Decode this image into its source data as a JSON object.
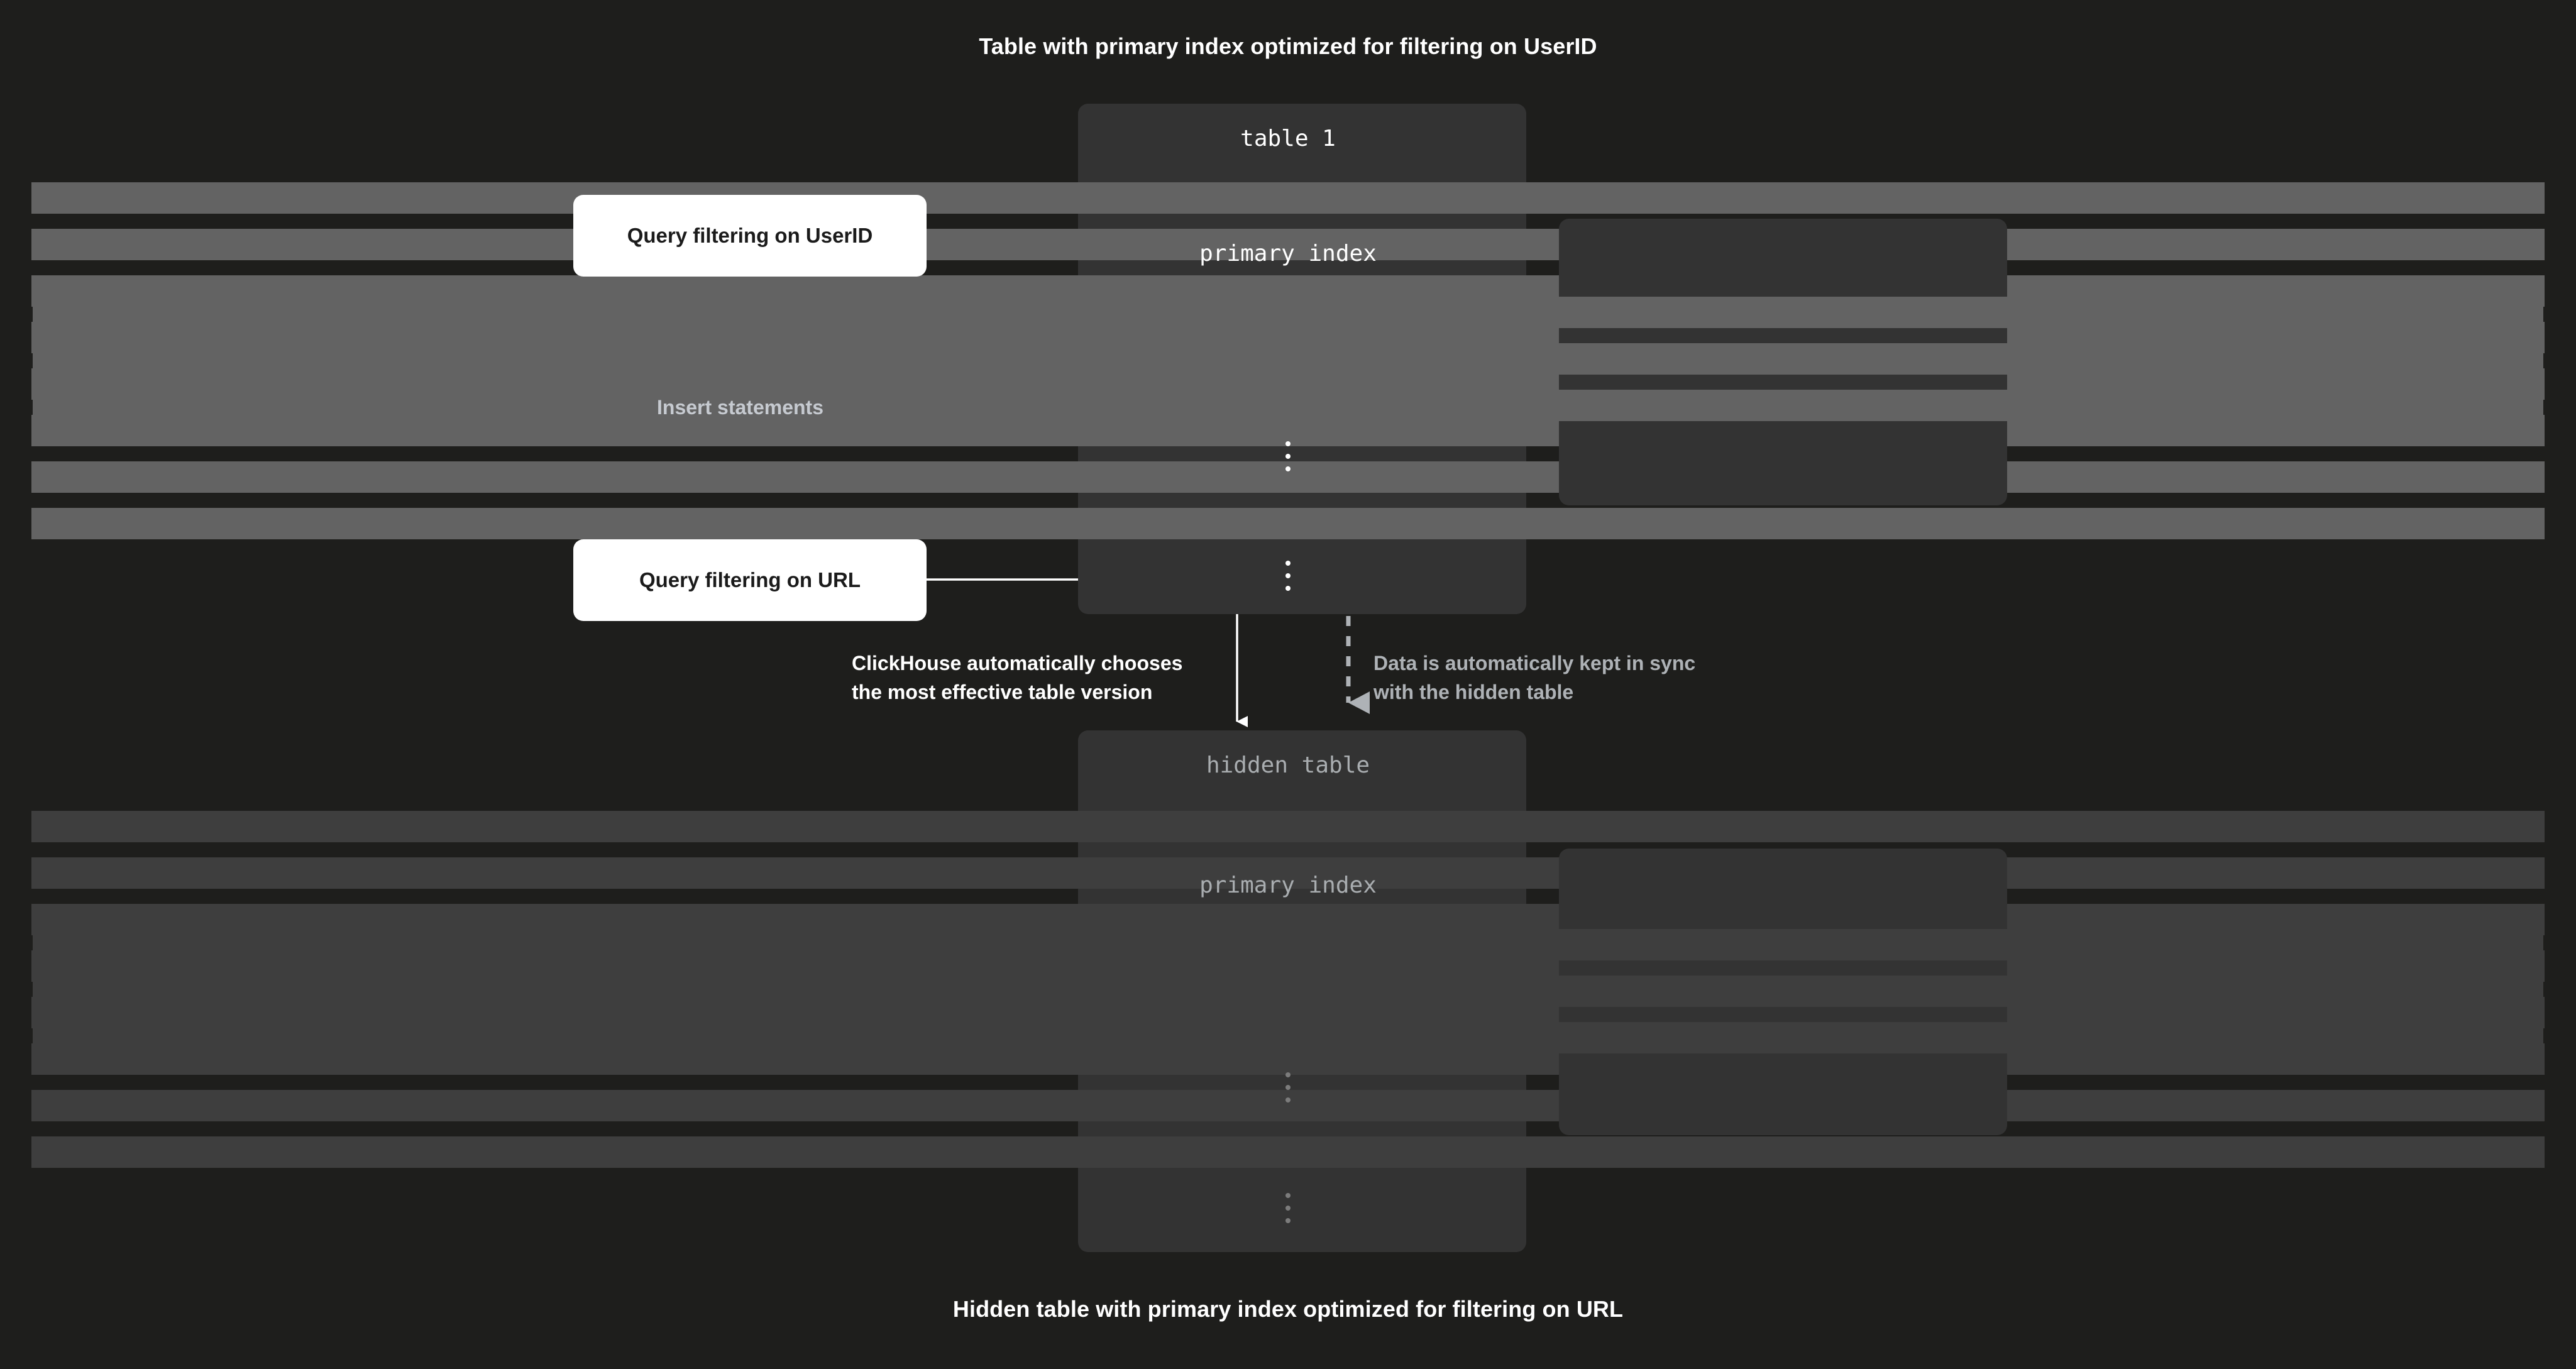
{
  "captions": {
    "top": "Table with primary index optimized for filtering on UserID",
    "bottom": "Hidden table with primary index optimized for filtering on URL"
  },
  "colors": {
    "page_background": "#1e1e1c",
    "card_background": "#333333",
    "row_active": "#636363",
    "row_dim": "#3e3e3e",
    "text_primary": "#ffffff",
    "text_dim": "#aeb2b6",
    "query_box_background": "#ffffff",
    "query_box_text": "#1b1b1b"
  },
  "cards": {
    "table1": {
      "title": "table 1",
      "row_count": 8,
      "ellipsis": "vertical-ellipsis",
      "state": "active"
    },
    "primary_index_top": {
      "title": "primary index",
      "row_count": 3,
      "ellipsis": "vertical-ellipsis",
      "state": "active"
    },
    "hidden_table": {
      "title": "hidden table",
      "row_count": 8,
      "ellipsis": "vertical-ellipsis",
      "state": "dim"
    },
    "primary_index_bottom": {
      "title": "primary index",
      "row_count": 3,
      "ellipsis": "vertical-ellipsis",
      "state": "dim"
    }
  },
  "query_boxes": {
    "userid": "Query filtering on UserID",
    "url": "Query filtering on URL"
  },
  "labels": {
    "insert_statements": "Insert statements",
    "clickhouse_chooses": "ClickHouse automatically chooses\nthe most effective table version",
    "data_kept_in_sync": "Data is automatically kept in sync\nwith the hidden table"
  },
  "connectors": [
    {
      "name": "userid-query-to-table1",
      "style": "solid",
      "color": "#ffffff",
      "arrowhead": "open-triangle"
    },
    {
      "name": "insert-statements-to-table1",
      "style": "dashed",
      "color": "#c6cad0",
      "arrowhead": "filled-triangle"
    },
    {
      "name": "url-query-to-hidden-table",
      "style": "solid",
      "color": "#ffffff",
      "arrowhead": "open-triangle"
    },
    {
      "name": "table1-sync-to-hidden-table",
      "style": "dashed",
      "color": "#aeb2b6",
      "arrowhead": "filled-triangle"
    }
  ]
}
